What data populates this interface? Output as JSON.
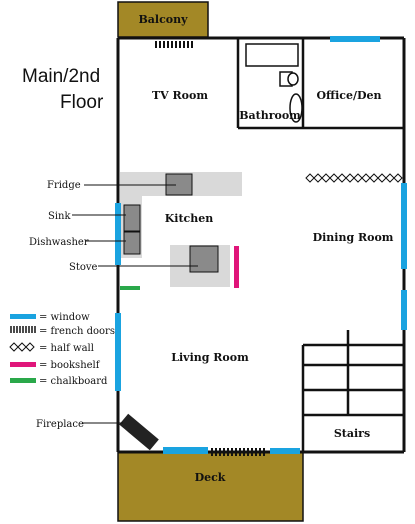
{
  "title_line1": "Main/2nd",
  "title_line2": "Floor",
  "rooms": {
    "balcony": "Balcony",
    "tv_room": "TV Room",
    "bathroom": "Bathroom",
    "office": "Office/Den",
    "kitchen": "Kitchen",
    "dining_room": "Dining Room",
    "living_room": "Living Room",
    "stairs": "Stairs",
    "deck": "Deck"
  },
  "callouts": {
    "fridge": "Fridge",
    "sink": "Sink",
    "dishwasher": "Dishwasher",
    "stove": "Stove",
    "fireplace": "Fireplace"
  },
  "legend": [
    {
      "key": "window",
      "label": "= window",
      "color": "#1aa3e0"
    },
    {
      "key": "french-doors",
      "label": "= french doors",
      "color": "#111111"
    },
    {
      "key": "half-wall",
      "label": "= half wall",
      "color": "#111111"
    },
    {
      "key": "bookshelf",
      "label": "= bookshelf",
      "color": "#e0157a"
    },
    {
      "key": "chalkboard",
      "label": "= chalkboard",
      "color": "#2aa84a"
    }
  ],
  "colors": {
    "wall": "#111111",
    "window": "#1aa3e0",
    "bookshelf": "#e0157a",
    "chalkboard": "#2aa84a",
    "outdoor": "#a38826",
    "counter": "#d9d9d9",
    "appliance": "#8a8a8a"
  }
}
